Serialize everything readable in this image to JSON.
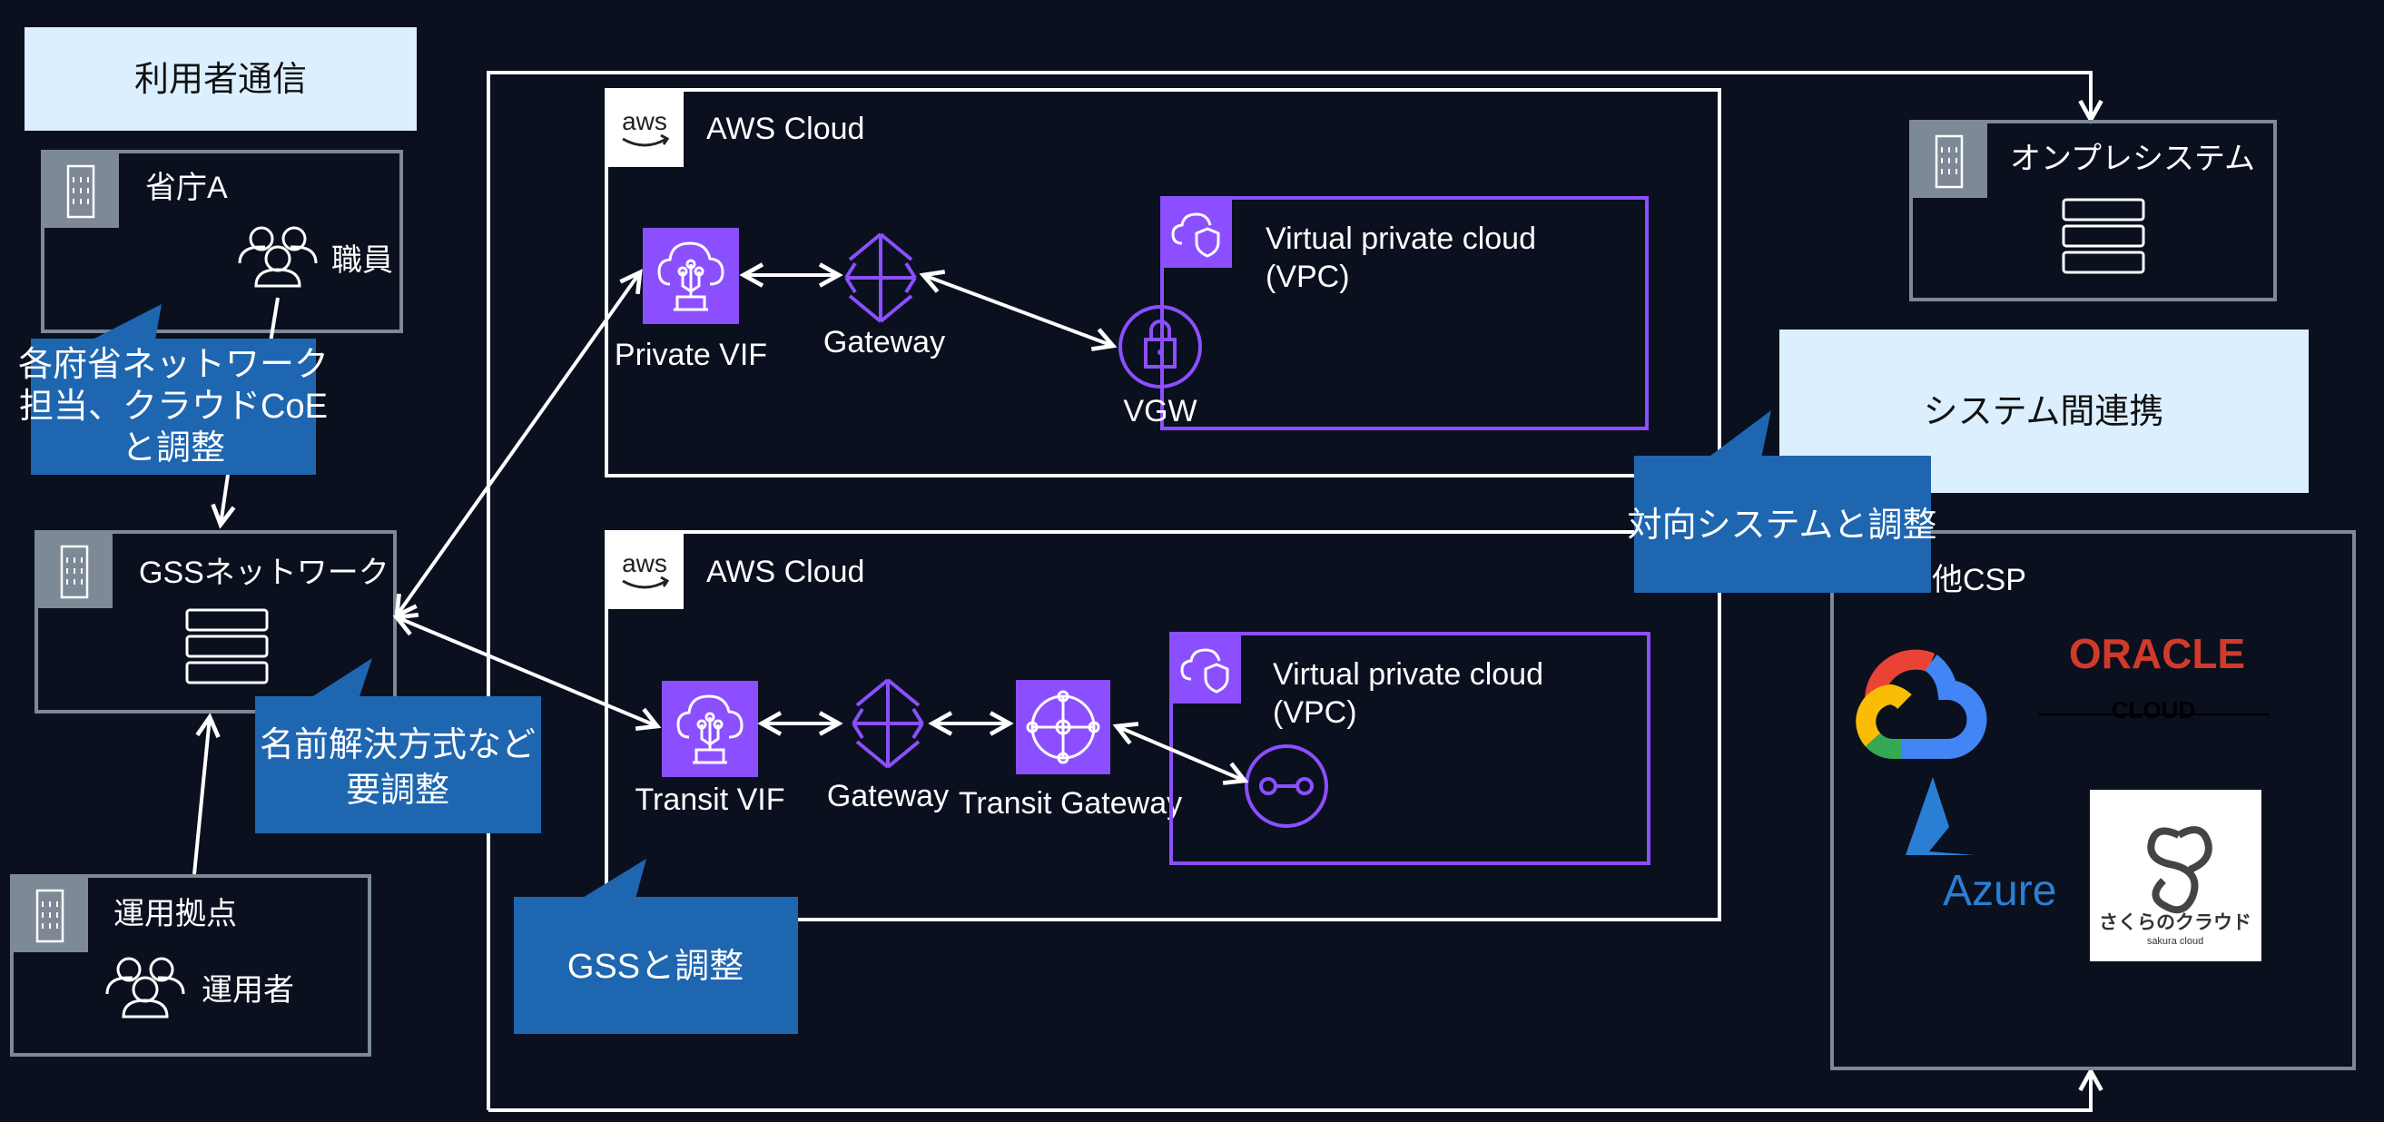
{
  "colors": {
    "background": "#0a101e",
    "aws_purple": "#8c4fff",
    "callout_blue": "#1f66b0",
    "section_label_bg": "#dcefff",
    "group_border": "#7d8996"
  },
  "sections": {
    "user_comm": "利用者通信",
    "system_link": "システム間連携"
  },
  "left": {
    "ministry": {
      "title": "省庁A",
      "person": "職員",
      "icon": "building-icon"
    },
    "gss": {
      "title": "GSSネットワーク",
      "icon": "server-icon"
    },
    "ops": {
      "title": "運用拠点",
      "person": "運用者"
    }
  },
  "callouts": {
    "ministry": [
      "各府省ネットワーク",
      "担当、クラウドCoE",
      "と調整"
    ],
    "naming": [
      "名前解決方式など",
      "要調整"
    ],
    "gss": "GSSと調整",
    "peer": "対向システムと調整"
  },
  "aws1": {
    "title": "AWS Cloud",
    "logo": "aws",
    "vif": "Private VIF",
    "gateway": "Gateway",
    "vpc": [
      "Virtual private cloud",
      "(VPC)"
    ],
    "vgw": "VGW"
  },
  "aws2": {
    "title": "AWS Cloud",
    "logo": "aws",
    "vif": "Transit VIF",
    "gateway": "Gateway",
    "tgw": "Transit Gateway",
    "vpc": [
      "Virtual private cloud",
      "(VPC)"
    ]
  },
  "onprem": {
    "title": "オンプレシステム"
  },
  "csp": {
    "title": "他CSP",
    "logos": {
      "oracle": "ORACLE",
      "oracle_sub": "CLOUD",
      "azure": "Azure",
      "sakura": "さくらのクラウド",
      "sakura_sub": "sakura cloud",
      "google": "google-cloud"
    }
  }
}
